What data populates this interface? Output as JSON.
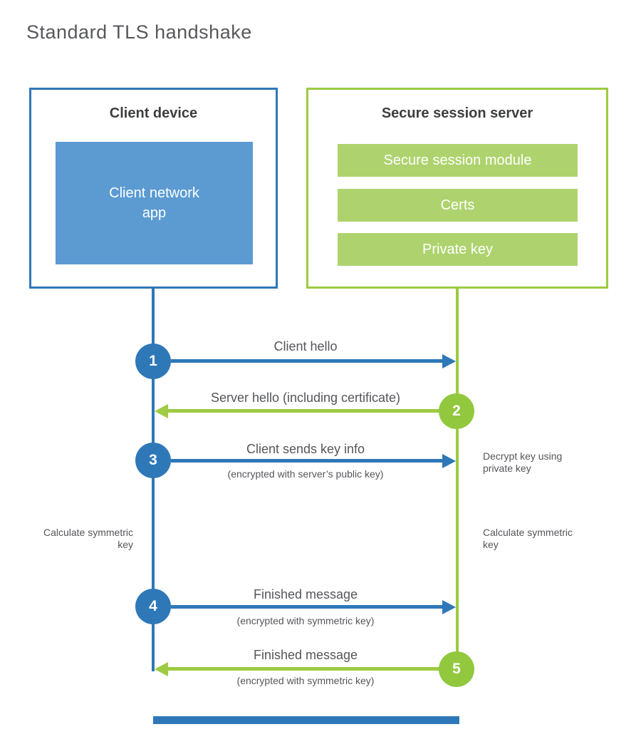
{
  "title": "Standard TLS handshake",
  "client": {
    "heading": "Client device",
    "app_label": "Client network app"
  },
  "server": {
    "heading": "Secure session server",
    "modules": [
      "Secure session module",
      "Certs",
      "Private key"
    ]
  },
  "steps": [
    {
      "num": "1",
      "label": "Client hello",
      "direction": "client-to-server"
    },
    {
      "num": "2",
      "label": "Server hello (including certificate)",
      "direction": "server-to-client"
    },
    {
      "num": "3",
      "label": "Client sends key info",
      "sub": "(encrypted with server’s public key)",
      "direction": "client-to-server"
    },
    {
      "num": "4",
      "label": "Finished message",
      "sub": "(encrypted with symmetric key)",
      "direction": "client-to-server"
    },
    {
      "num": "5",
      "label": "Finished message",
      "sub": "(encrypted with symmetric key)",
      "direction": "server-to-client"
    }
  ],
  "notes": {
    "decrypt_key": "Decrypt key using private key",
    "calculate_left": "Calculate symmetric key",
    "calculate_right": "Calculate symmetric key"
  },
  "colors": {
    "blue": "#2e78b8",
    "blue_fill": "#5b9bd2",
    "green": "#9dcb41",
    "green_fill": "#aed36e",
    "green_circle": "#92c83e",
    "text": "#55565a",
    "heading_text": "#3d3e40"
  }
}
